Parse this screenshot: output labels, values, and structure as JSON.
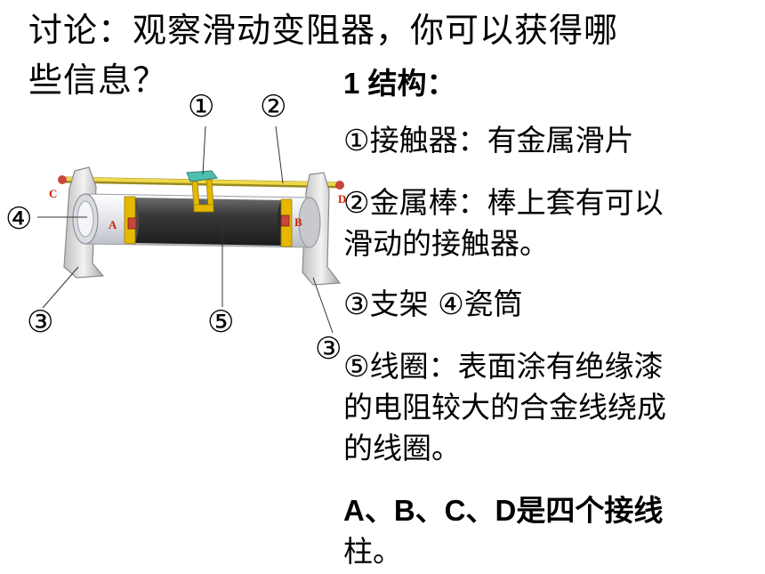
{
  "title": {
    "line1": "讨论：观察滑动变阻器，你可以获得哪",
    "line2": "些信息？"
  },
  "content": {
    "heading": "1   结构：",
    "items": [
      "①接触器：有金属滑片",
      "②金属棒：棒上套有可以",
      "滑动的接触器。",
      "③支架   ④瓷筒",
      "⑤线圈：表面涂有绝缘漆",
      "的电阻较大的合金线绕成",
      "的线圈。",
      "A、B、C、D是四个接线",
      "柱。"
    ]
  },
  "diagram": {
    "callouts": {
      "c1": "①",
      "c2": "②",
      "c3_left": "③",
      "c3_right": "③",
      "c4": "④",
      "c5": "⑤"
    },
    "terminals": {
      "a": "A",
      "b": "B",
      "c": "C",
      "d": "D"
    },
    "colors": {
      "coil": "#3a3a3a",
      "porcelain": "#e8e8ea",
      "bracket": "#d8d8d8",
      "rod": "#e8cf3a",
      "band": "#e6b800",
      "slider": "#4fbfb0",
      "terminal_label": "#cc2200"
    }
  }
}
